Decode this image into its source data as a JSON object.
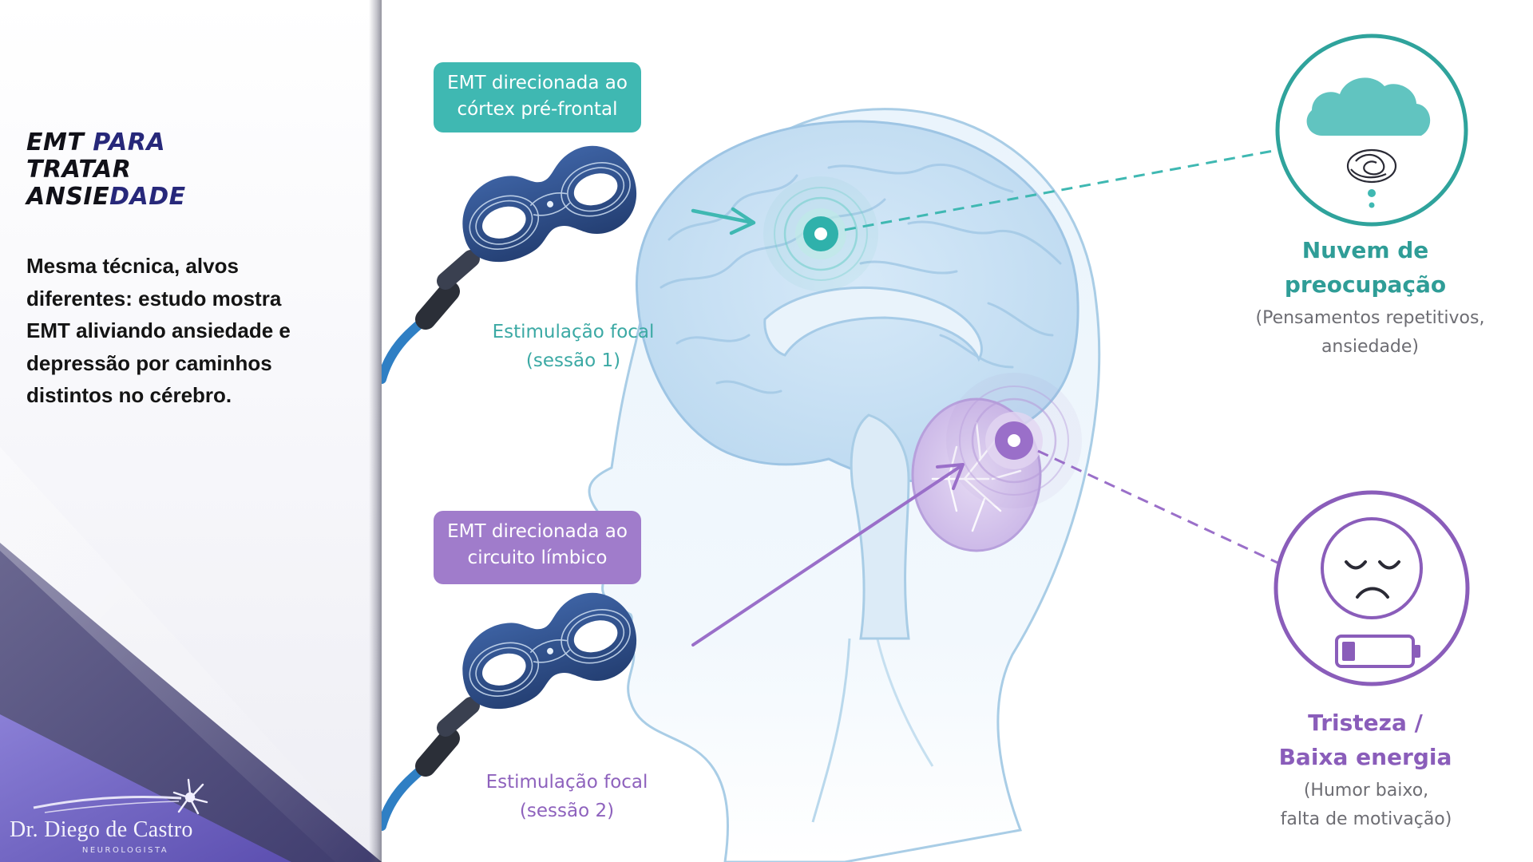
{
  "left_panel": {
    "title": {
      "line1_a": "EMT ",
      "line1_b": "PARA",
      "line2": "TRATAR",
      "line3_a": "ANSIE",
      "line3_b": "DADE"
    },
    "body_text": "Mesma técnica, alvos diferentes: estudo mostra EMT aliviando ansiedade e depressão por caminhos distintos no cérebro.",
    "logo": {
      "name": "Dr. Diego de Castro",
      "subtitle": "NEUROLOGISTA"
    }
  },
  "diagram": {
    "targets": [
      {
        "label_line1": "EMT direcionada ao",
        "label_line2": "córtex pré-frontal",
        "caption_line1": "Estimulação focal",
        "caption_line2": "(sessão 1)",
        "color": "#3fb8b2"
      },
      {
        "label_line1": "EMT direcionada ao",
        "label_line2": "circuito límbico",
        "caption_line1": "Estimulação focal",
        "caption_line2": "(sessão 2)",
        "color": "#a07ccb"
      }
    ],
    "outcomes": [
      {
        "title_line1": "Nuvem de",
        "title_line2": "preocupação",
        "desc_line1": "(Pensamentos repetitivos,",
        "desc_line2": "ansiedade)",
        "icon": "worry-cloud-icon",
        "color": "#2f9d97"
      },
      {
        "title_line1": "Tristeza /",
        "title_line2": "Baixa energia",
        "desc_line1": "(Humor baixo,",
        "desc_line2": "falta de motivação)",
        "icon": "sad-face-low-battery-icon",
        "color": "#8a5dba"
      }
    ]
  },
  "colors": {
    "title_accent": "#27287a",
    "teal": "#3fb8b2",
    "purple": "#a07ccb",
    "coil_blue": "#2e4f8a",
    "cable_blue": "#3a8fd0",
    "panel_purple": "#5a4fa8"
  }
}
